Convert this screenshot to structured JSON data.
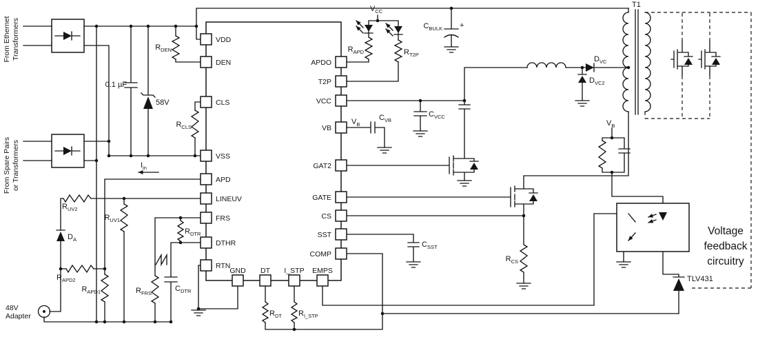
{
  "d": {
    "colors": {
      "ink": "#151515",
      "background": "#ffffff"
    },
    "left": {
      "eth1": "From Ethernet",
      "eth2": "Transformers",
      "spare1": "From Spare Pairs",
      "spare2": "or Transformers",
      "adp1": "48V",
      "adp2": "Adapter"
    },
    "ic": {
      "left_pins": [
        "VDD",
        "DEN",
        "CLS",
        "VSS",
        "APD",
        "LINEUV",
        "FRS",
        "DTHR",
        "RTN"
      ],
      "right_pins": [
        "APDO",
        "T2P",
        "VCC",
        "VB",
        "GAT2",
        "GATE",
        "CS",
        "SST",
        "COMP"
      ],
      "bottom_pins": [
        "GND",
        "DT",
        "I_STP",
        "EMPS"
      ]
    },
    "parts": {
      "r_den": [
        "R",
        "DEN"
      ],
      "c_in": "0.1 µF",
      "z_in": "58V",
      "r_cls": [
        "R",
        "CLS"
      ],
      "i_in": [
        "I",
        "in"
      ],
      "r_uv2": [
        "R",
        "UV2"
      ],
      "r_uv1": [
        "R",
        "UV1"
      ],
      "d_a": [
        "D",
        "A"
      ],
      "r_apd2": [
        "R",
        "APD2"
      ],
      "r_apd1": [
        "R",
        "APD1"
      ],
      "r_frs": [
        "R",
        "FRS"
      ],
      "c_dtr": [
        "C",
        "DTR"
      ],
      "r_dtr": [
        "R",
        "DTR"
      ],
      "r_dt": [
        "R",
        "DT"
      ],
      "r_i_stp": [
        "R",
        "I_STP"
      ],
      "v_cc": [
        "V",
        "CC"
      ],
      "r_apd": [
        "R",
        "APD"
      ],
      "r_t2p": [
        "R",
        "T2P"
      ],
      "c_bulk": [
        "C",
        "BULK"
      ],
      "plus": "+",
      "v_b_left": [
        "V",
        "B"
      ],
      "c_vb": [
        "C",
        "VB"
      ],
      "c_vcc": [
        "C",
        "VCC"
      ],
      "c_sst": [
        "C",
        "SST"
      ],
      "r_cs": [
        "R",
        "CS"
      ],
      "d_vc": [
        "D",
        "VC"
      ],
      "d_vc2": [
        "D",
        "VC2"
      ],
      "t1": "T1",
      "v_b_right": [
        "V",
        "B"
      ],
      "tlv431": "TLV431"
    },
    "notes": {
      "fb1": "Voltage",
      "fb2": "feedback",
      "fb3": "circuitry"
    }
  }
}
